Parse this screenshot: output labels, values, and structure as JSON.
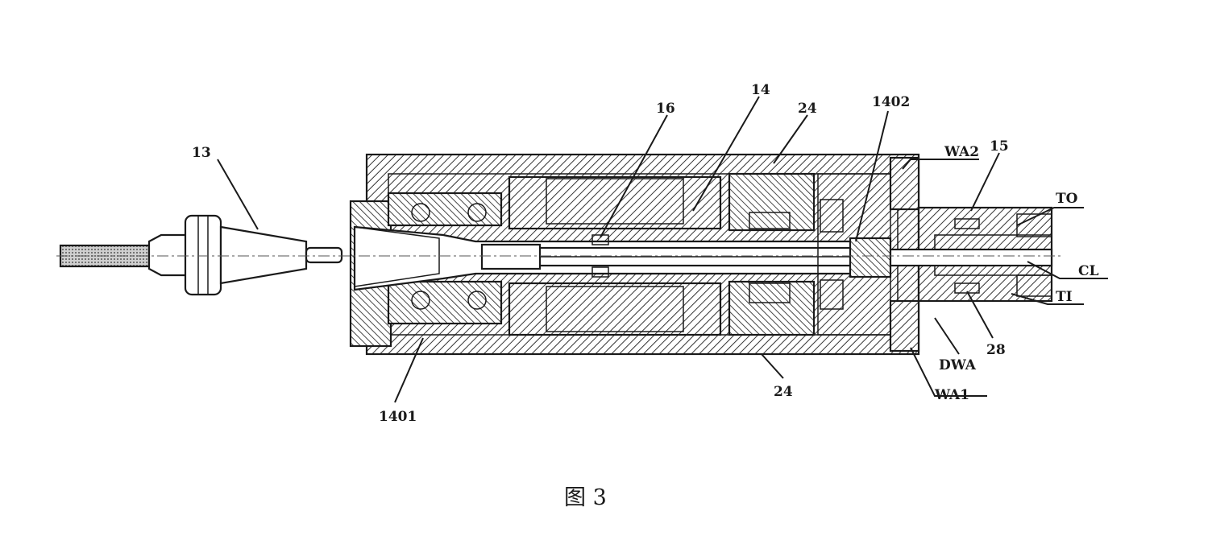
{
  "labels": {
    "tool_holder": "13",
    "lbl_16": "16",
    "lbl_14": "14",
    "lbl_24_top": "24",
    "lbl_1402": "1402",
    "lbl_wa2": "WA2",
    "lbl_15": "15",
    "lbl_to": "TO",
    "lbl_cl": "CL",
    "lbl_ti": "TI",
    "lbl_28": "28",
    "lbl_dwa": "DWA",
    "lbl_wa1": "WA1",
    "lbl_24_bottom": "24",
    "lbl_1401": "1401"
  },
  "caption": "图 3"
}
